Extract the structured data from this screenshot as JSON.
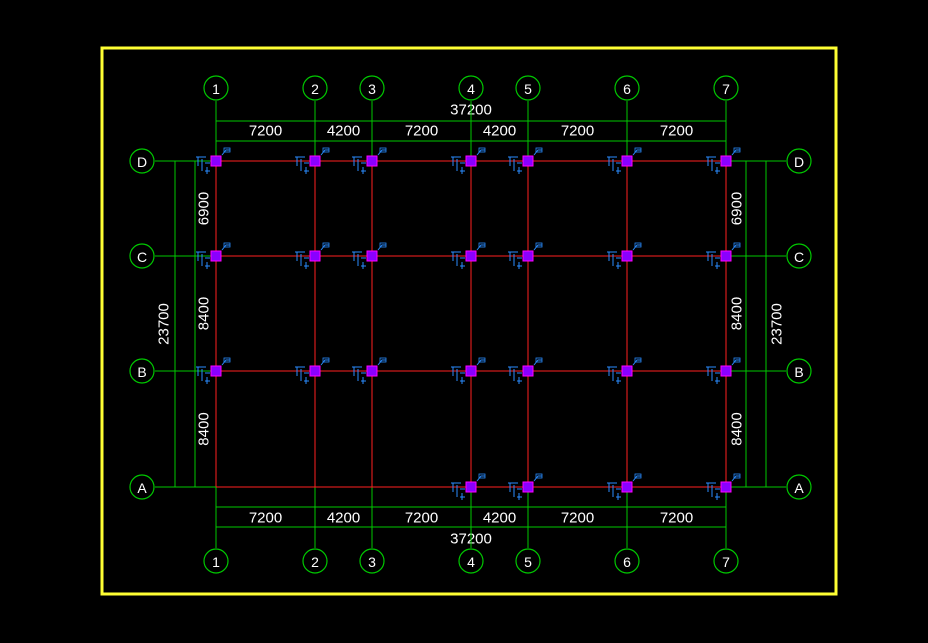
{
  "colors": {
    "background": "#000000",
    "frame": "#ffff33",
    "grid_line": "#ff2020",
    "dim_line": "#00c800",
    "bubble": "#00c800",
    "text": "#ffffff",
    "column_fill": "#8a00ff",
    "column_stroke": "#ff00ff",
    "annotation": "#2a8cff"
  },
  "axes": {
    "x": [
      "1",
      "2",
      "3",
      "4",
      "5",
      "6",
      "7"
    ],
    "y": [
      "D",
      "C",
      "B",
      "A"
    ]
  },
  "dimensions": {
    "x_spans": [
      "7200",
      "4200",
      "7200",
      "4200",
      "7200",
      "7200"
    ],
    "x_total": "37200",
    "y_spans": [
      "6900",
      "8400",
      "8400"
    ],
    "y_total": "23700"
  },
  "columns": {
    "D": [
      "1",
      "2",
      "3",
      "4",
      "5",
      "6",
      "7"
    ],
    "C": [
      "1",
      "2",
      "3",
      "4",
      "5",
      "6",
      "7"
    ],
    "B": [
      "1",
      "2",
      "3",
      "4",
      "5",
      "6",
      "7"
    ],
    "A": [
      "4",
      "5",
      "6",
      "7"
    ]
  }
}
